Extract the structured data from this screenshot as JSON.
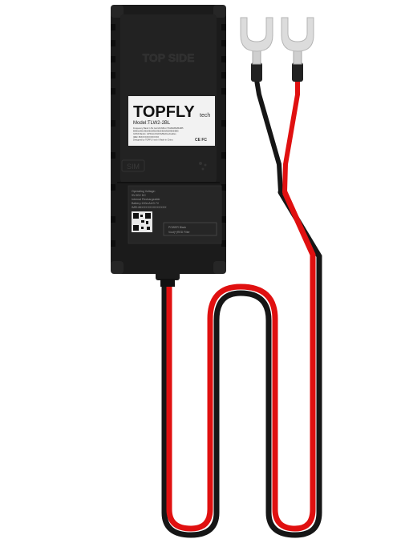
{
  "device": {
    "top_label": "TOP SIDE",
    "sim_label": "SIM",
    "brand": "TOPFLY",
    "brand_sub": "tech",
    "model": "Model:TLW2-2BL",
    "spec_lines": [
      "Frequency Band: LTE Cat M1/NB-IoT B1/B2/B3/B4/B5",
      "B8/B12/B13/B18/B19/B20/B25/B26/B28/B66/B85",
      "GNSS Bands: GPS/GLONASS/BeiDou/Galileo",
      "IMEI: 86XXXXXXXXXXXXX",
      "Designed by TOPFLY tech / Made in China"
    ],
    "cert_marks": "CE FC",
    "operating_lines": [
      "Operating Voltage:",
      "9V-90V DC",
      "Internal Rechargeable",
      "Battery:100mAh/3.7V",
      "IMEI:86XXXXXXXXXXXXX"
    ],
    "wire_labels": [
      "POWER Black",
      "Vout(+)RED Filter"
    ]
  },
  "colors": {
    "housing": "#1b1b1b",
    "label": "#f2f2f2",
    "wire_red": "#e01010",
    "wire_black": "#161616",
    "terminal": "#d9d9d9"
  }
}
